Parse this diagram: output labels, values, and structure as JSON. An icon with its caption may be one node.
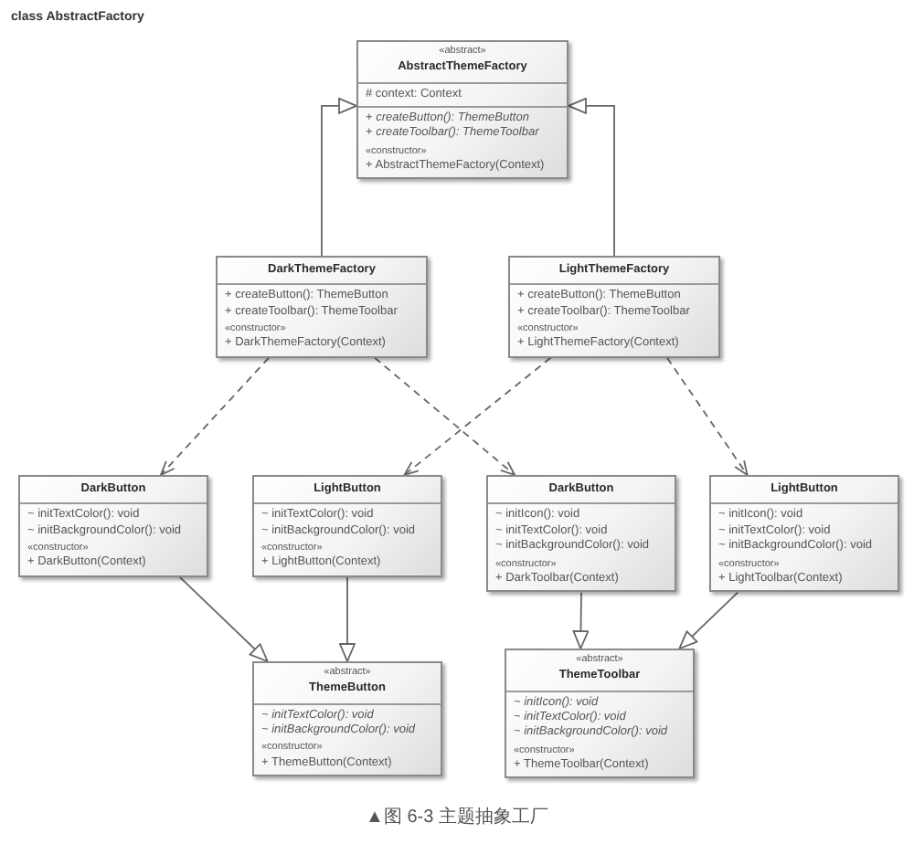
{
  "diagram": {
    "title": "class AbstractFactory",
    "caption": "▲图 6-3 主题抽象工厂",
    "nodes": [
      {
        "text": [
          "«abstract»",
          "AbstractThemeFactory",
          "# context: Context",
          "+ *createButton(): ThemeButton*",
          "+ *createToolbar(): ThemeToolbar*",
          "«constructor»",
          "+ AbstractThemeFactory(Context)"
        ]
      },
      {
        "text": [
          "DarkThemeFactory",
          "+ createButton(): ThemeButton",
          "+ createToolbar(): ThemeToolbar",
          "«constructor»",
          "+ DarkThemeFactory(Context)"
        ]
      },
      {
        "text": [
          "LightThemeFactory",
          "+ createButton(): ThemeButton",
          "+ createToolbar(): ThemeToolbar",
          "«constructor»",
          "+ LightThemeFactory(Context)"
        ]
      },
      {
        "text": [
          "DarkButton",
          "~ initTextColor(): void",
          "~ initBackgroundColor(): void",
          "«constructor»",
          "+ DarkButton(Context)"
        ]
      },
      {
        "text": [
          "LightButton",
          "~ initTextColor(): void",
          "~ initBackgroundColor(): void",
          "«constructor»",
          "+ LightButton(Context)"
        ]
      },
      {
        "text": [
          "DarkButton",
          "~ initIcon(): void",
          "~ initTextColor(): void",
          "~ initBackgroundColor(): void",
          "«constructor»",
          "+ DarkToolbar(Context)"
        ]
      },
      {
        "text": [
          "LightButton",
          "~ initIcon(): void",
          "~ initTextColor(): void",
          "~ initBackgroundColor(): void",
          "«constructor»",
          "+ LightToolbar(Context)"
        ]
      },
      {
        "text": [
          "«abstract»",
          "ThemeButton",
          "~ *initTextColor(): void*",
          "~ *initBackgroundColor(): void*",
          "«constructor»",
          "+ ThemeButton(Context)"
        ]
      },
      {
        "text": [
          "«abstract»",
          "ThemeToolbar",
          "~ *initIcon(): void*",
          "~ *initTextColor(): void*",
          "~ *initBackgroundColor(): void*",
          "«constructor»",
          "+ ThemeToolbar(Context)"
        ]
      }
    ],
    "edges": [
      {
        "from": 1,
        "to": 0,
        "arrow": "to"
      },
      {
        "from": 2,
        "to": 0,
        "arrow": "to"
      },
      {
        "from": 1,
        "to": 3,
        "arrow": "to",
        "style": "dashed"
      },
      {
        "from": 1,
        "to": 5,
        "arrow": "to",
        "style": "dashed"
      },
      {
        "from": 2,
        "to": 4,
        "arrow": "to",
        "style": "dashed"
      },
      {
        "from": 2,
        "to": 6,
        "arrow": "to",
        "style": "dashed"
      },
      {
        "from": 3,
        "to": 7,
        "arrow": "to"
      },
      {
        "from": 4,
        "to": 7,
        "arrow": "to"
      },
      {
        "from": 5,
        "to": 8,
        "arrow": "to"
      },
      {
        "from": 6,
        "to": 8,
        "arrow": "to"
      }
    ]
  }
}
